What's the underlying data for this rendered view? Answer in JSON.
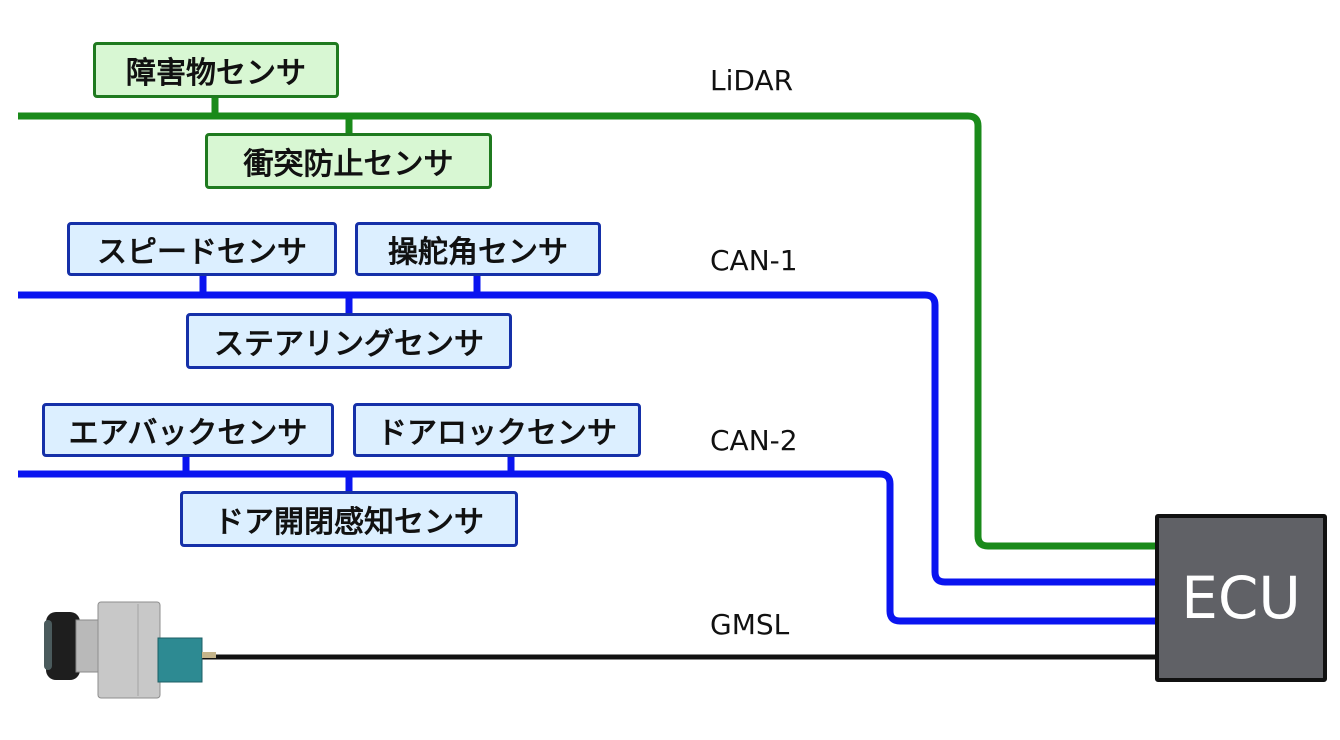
{
  "diagram": {
    "buses": [
      {
        "id": "lidar",
        "label": "LiDAR",
        "color": "#1a8a1a",
        "nodes": [
          "障害物センサ",
          "衝突防止センサ"
        ]
      },
      {
        "id": "can1",
        "label": "CAN-1",
        "color": "#0a14f0",
        "nodes": [
          "スピードセンサ",
          "操舵角センサ",
          "ステアリングセンサ"
        ]
      },
      {
        "id": "can2",
        "label": "CAN-2",
        "color": "#0a14f0",
        "nodes": [
          "エアバックセンサ",
          "ドアロックセンサ",
          "ドア開閉感知センサ"
        ]
      },
      {
        "id": "gmsl",
        "label": "GMSL",
        "color": "#111111",
        "device": "camera-module"
      }
    ],
    "ecu": {
      "label": "ECU",
      "fill": "#606166"
    }
  }
}
